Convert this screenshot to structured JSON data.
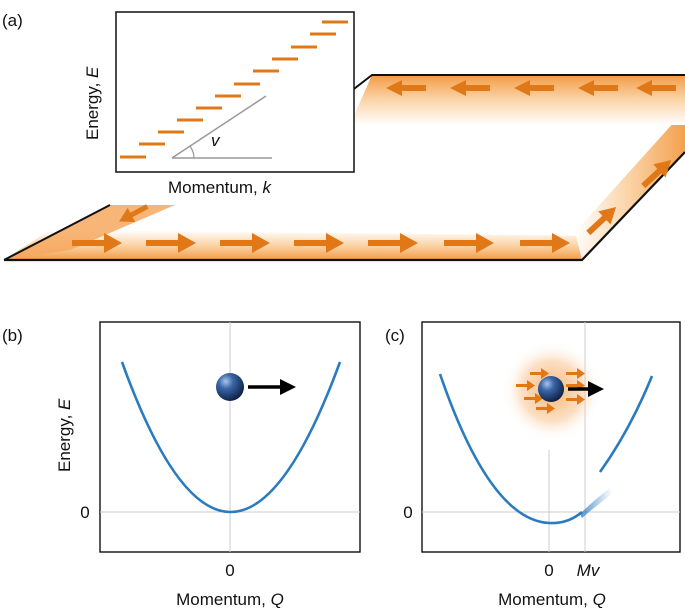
{
  "panel_a": {
    "label": "(a)",
    "inset": {
      "y_axis_label": "Energy, ",
      "y_axis_symbol": "E",
      "x_axis_label": "Momentum, ",
      "x_axis_symbol": "k",
      "slope_label": "v"
    }
  },
  "panel_b": {
    "label": "(b)",
    "y_axis_label": "Energy, ",
    "y_axis_symbol": "E",
    "x_axis_label": "Momentum, ",
    "x_axis_symbol": "Q",
    "x_tick": "0",
    "y_tick": "0"
  },
  "panel_c": {
    "label": "(c)",
    "x_axis_label": "Momentum, ",
    "x_axis_symbol": "Q",
    "x_tick_zero": "0",
    "x_tick_mv": "Mv",
    "y_tick": "0"
  },
  "colors": {
    "edge_orange": "#e07818",
    "sheet_fill": "#f7b56a",
    "curve_blue": "#2a7bbf",
    "axis_gray": "#999999",
    "ball_blue": "#1d3f78"
  }
}
